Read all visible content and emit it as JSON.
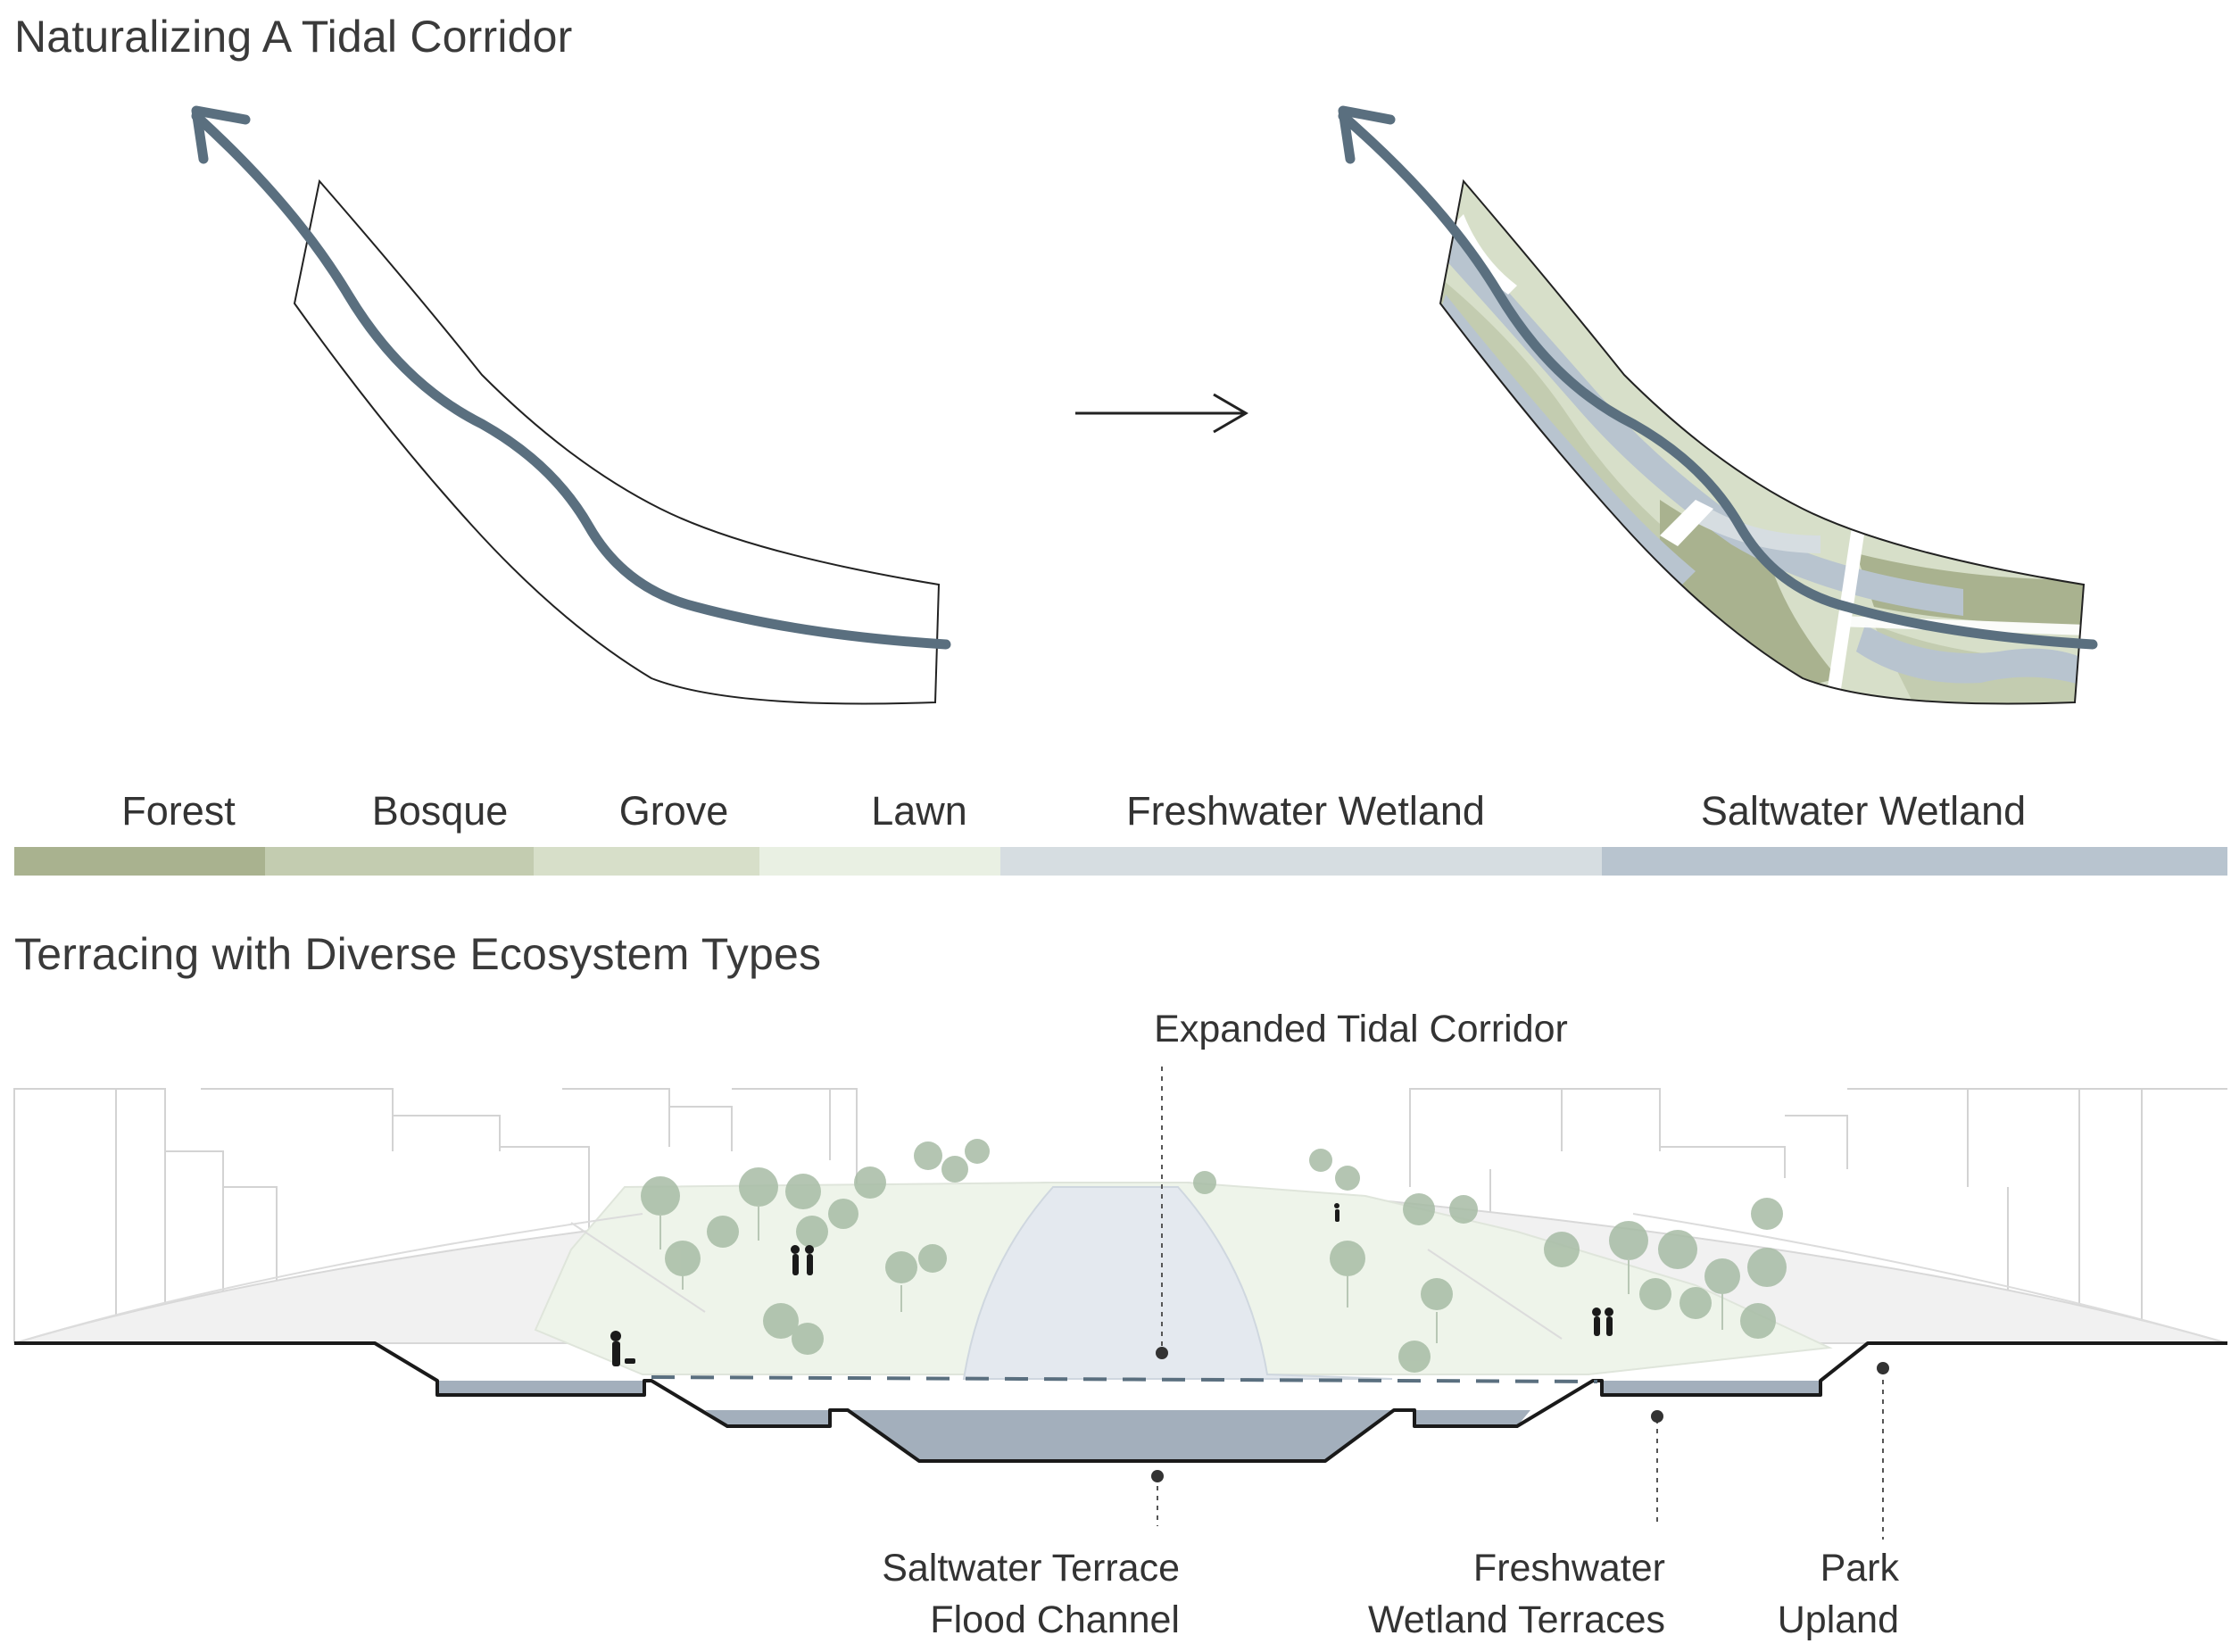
{
  "titles": {
    "top": "Naturalizing A Tidal Corridor",
    "bottom": "Terracing with Diverse Ecosystem Types"
  },
  "legend": [
    {
      "label": "Forest",
      "color": "#a9b28f"
    },
    {
      "label": "Bosque",
      "color": "#c3ccb0"
    },
    {
      "label": "Grove",
      "color": "#d7dfc9"
    },
    {
      "label": "Lawn",
      "color": "#e9f0e3"
    },
    {
      "label": "Freshwater Wetland",
      "color": "#d6dde1"
    },
    {
      "label": "Saltwater Wetland",
      "color": "#b8c4cf"
    }
  ],
  "annotations": {
    "expanded_corridor": "Expanded Tidal Corridor",
    "saltwater_terrace": [
      "Saltwater Terrace",
      "Flood Channel"
    ],
    "freshwater_terraces": [
      "Freshwater",
      "Wetland Terraces"
    ],
    "park_upland": [
      "Park",
      "Upland"
    ]
  },
  "colors": {
    "river": "#5a6f7f",
    "water_deep": "#a3afbc",
    "water_light": "#e4e9ef",
    "lawn": "#eef4ea",
    "tree": "#a7bca5",
    "building_line": "#d3d3d3"
  },
  "icons": {
    "transition_arrow": "right-arrow-icon",
    "river_arrowhead": "arrowhead-icon"
  }
}
